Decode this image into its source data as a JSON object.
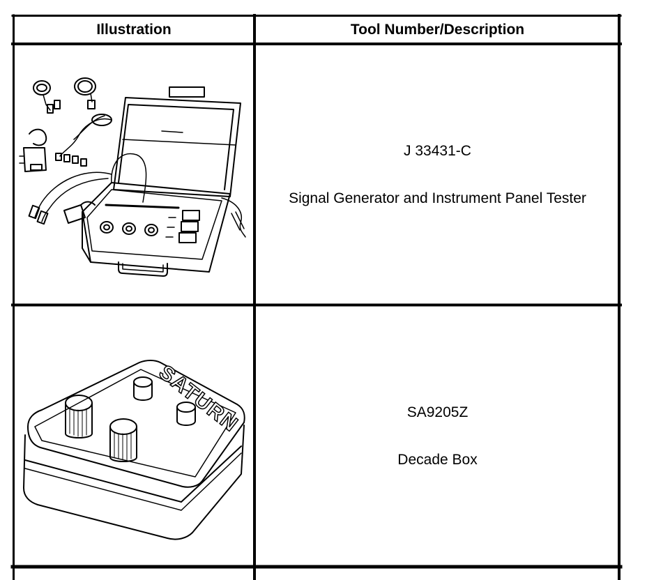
{
  "table": {
    "headers": {
      "illustration": "Illustration",
      "tool_description": "Tool Number/Description"
    },
    "rows": [
      {
        "tool_number": "J 33431-C",
        "description": "Signal Generator and Instrument Panel Tester",
        "illustration_icon": "signal-generator-case-icon"
      },
      {
        "tool_number": "SA9205Z",
        "description": "Decade Box",
        "illustration_icon": "decade-box-icon",
        "illustration_lettering": "SATURN"
      }
    ]
  }
}
